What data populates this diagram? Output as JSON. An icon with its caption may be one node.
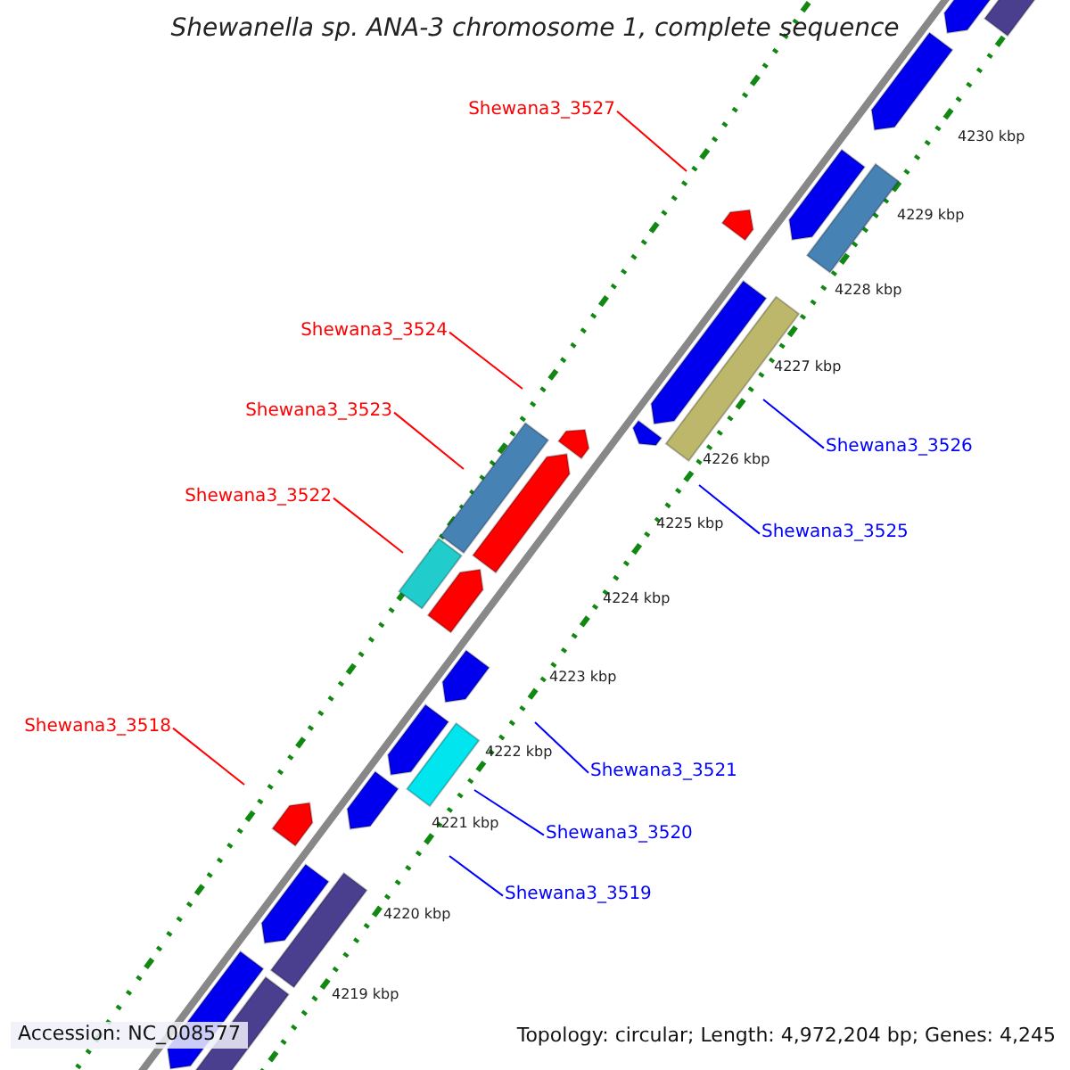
{
  "diagram": {
    "title": "Shewanella sp. ANA-3 chromosome 1, complete sequence",
    "nodes": [
      {
        "text": [
          "Shewana3_3527"
        ]
      },
      {
        "text": [
          "Shewana3_3524"
        ]
      },
      {
        "text": [
          "Shewana3_3523"
        ]
      },
      {
        "text": [
          "Shewana3_3526"
        ]
      },
      {
        "text": [
          "Shewana3_3522"
        ]
      },
      {
        "text": [
          "Shewana3_3525"
        ]
      },
      {
        "text": [
          "Shewana3_3518"
        ]
      },
      {
        "text": [
          "Shewana3_3521"
        ]
      },
      {
        "text": [
          "Shewana3_3520"
        ]
      },
      {
        "text": [
          "Shewana3_3519"
        ]
      }
    ],
    "edges": [
      {
        "from": 0,
        "to": null,
        "arrow": "none",
        "color": "#ff0000"
      },
      {
        "from": 1,
        "to": null,
        "arrow": "none",
        "color": "#ff0000"
      },
      {
        "from": 2,
        "to": null,
        "arrow": "none",
        "color": "#ff0000"
      },
      {
        "from": 3,
        "to": null,
        "arrow": "none",
        "color": "#0000ff"
      },
      {
        "from": 4,
        "to": null,
        "arrow": "none",
        "color": "#ff0000"
      },
      {
        "from": 5,
        "to": null,
        "arrow": "none",
        "color": "#0000ff"
      },
      {
        "from": 6,
        "to": null,
        "arrow": "none",
        "color": "#ff0000"
      },
      {
        "from": 7,
        "to": null,
        "arrow": "none",
        "color": "#0000ff"
      },
      {
        "from": 8,
        "to": null,
        "arrow": "none",
        "color": "#0000ff"
      },
      {
        "from": 9,
        "to": null,
        "arrow": "none",
        "color": "#0000ff"
      }
    ],
    "labels": [
      "4230 kbp",
      "4229 kbp",
      "4228 kbp",
      "4227 kbp",
      "4226 kbp",
      "4225 kbp",
      "4224 kbp",
      "4223 kbp",
      "4222 kbp",
      "4221 kbp",
      "4220 kbp",
      "4219 kbp",
      "Accession: NC_008577",
      "Topology: circular; Length: 4,972,204 bp; Genes: 4,245"
    ]
  }
}
